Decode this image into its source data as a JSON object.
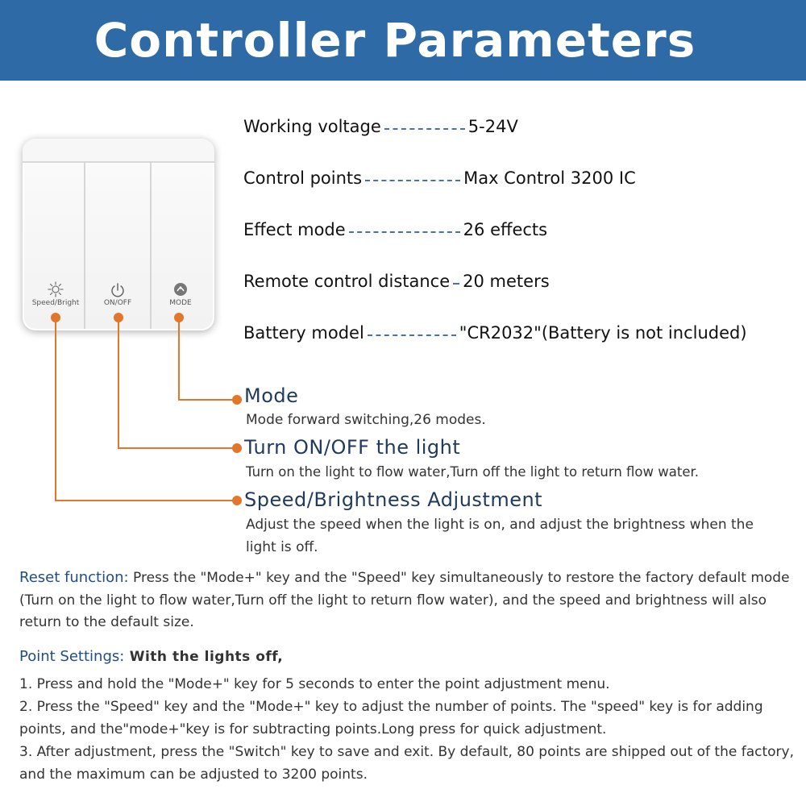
{
  "title": "Controller Parameters",
  "parameters": [
    {
      "label": "Working voltage",
      "value": "5-24V"
    },
    {
      "label": "Control points",
      "value": "Max Control 3200 IC"
    },
    {
      "label": "Effect mode",
      "value": "26 effects"
    },
    {
      "label": "Remote control distance",
      "value": "20 meters"
    },
    {
      "label": "Battery model",
      "value": "\"CR2032\"(Battery is not included)"
    }
  ],
  "switch_keys": [
    {
      "label": "Speed/Bright",
      "icon": "sun-icon"
    },
    {
      "label": "ON/OFF",
      "icon": "power-icon"
    },
    {
      "label": "MODE",
      "icon": "mode-icon"
    }
  ],
  "callouts": [
    {
      "title": "Mode",
      "description": "Mode forward switching,26 modes."
    },
    {
      "title": "Turn ON/OFF the light",
      "description": "Turn on the light to flow water,Turn off the light to return flow water."
    },
    {
      "title": "Speed/Brightness Adjustment",
      "description": "Adjust the speed when the light is on, and adjust the brightness when the light is off."
    }
  ],
  "reset": {
    "heading": "Reset function:",
    "text": " Press the \"Mode+\" key and the \"Speed\" key simultaneously to restore the factory default mode (Turn on the light to flow water,Turn off the light to return flow water), and the speed and brightness will also return to the default size."
  },
  "point_settings": {
    "heading": "Point Settings:",
    "subheading": " With the lights off,",
    "steps": [
      "1. Press and hold the \"Mode+\" key for 5 seconds to enter the point adjustment menu.",
      "2. Press the \"Speed\" key and the \"Mode+\" key to adjust the number of points. The \"speed\" key is for adding points, and the\"mode+\"key is for subtracting points.Long press for quick adjustment.",
      "3. After adjustment, press the \"Switch\" key to save and exit. By default, 80 points are shipped out of the factory, and the maximum can be adjusted to 3200 points."
    ]
  },
  "colors": {
    "banner": "#2e6aa6",
    "accent": "#e2762a",
    "heading": "#1f4e84",
    "dash": "#4a6fb0"
  }
}
